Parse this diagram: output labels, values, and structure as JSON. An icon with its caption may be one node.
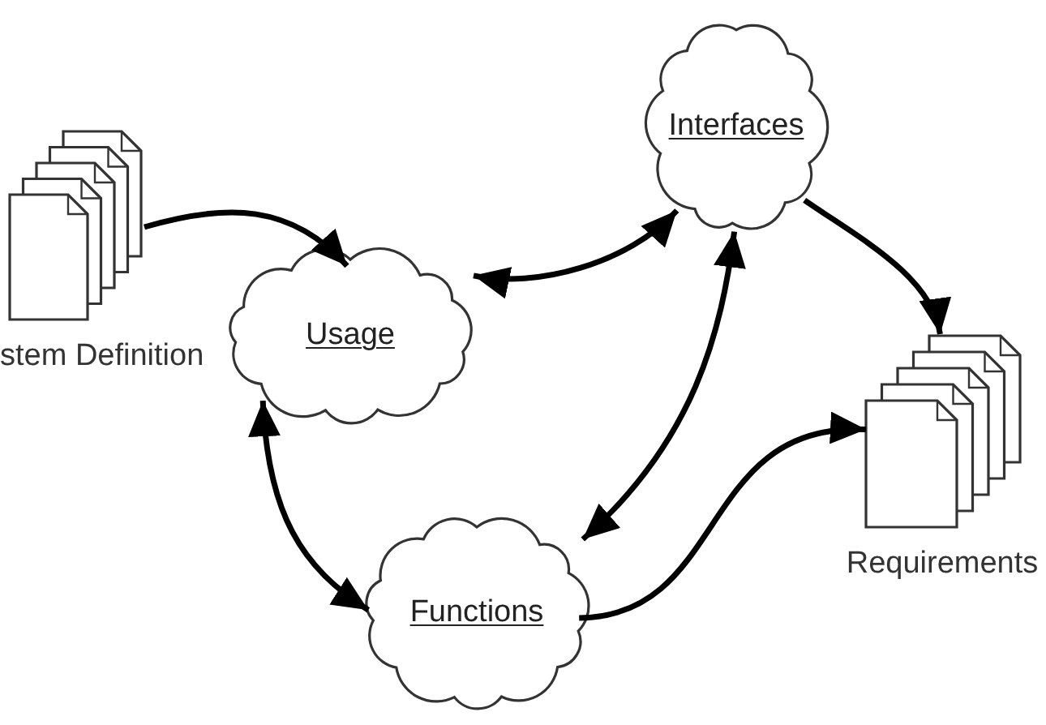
{
  "diagram": {
    "nodes": [
      {
        "text": [
          "stem Definition"
        ]
      },
      {
        "text": [
          "Usage"
        ]
      },
      {
        "text": [
          "Interfaces"
        ]
      },
      {
        "text": [
          "Functions"
        ]
      },
      {
        "text": [
          "Requirements"
        ]
      }
    ],
    "edges": [
      {
        "from": 0,
        "to": 1,
        "arrow": "to"
      },
      {
        "from": 1,
        "to": 2,
        "arrow": "both"
      },
      {
        "from": 2,
        "to": 4,
        "arrow": "to"
      },
      {
        "from": 2,
        "to": 3,
        "arrow": "both"
      },
      {
        "from": 1,
        "to": 3,
        "arrow": "both"
      },
      {
        "from": 3,
        "to": 4,
        "arrow": "to"
      }
    ]
  }
}
